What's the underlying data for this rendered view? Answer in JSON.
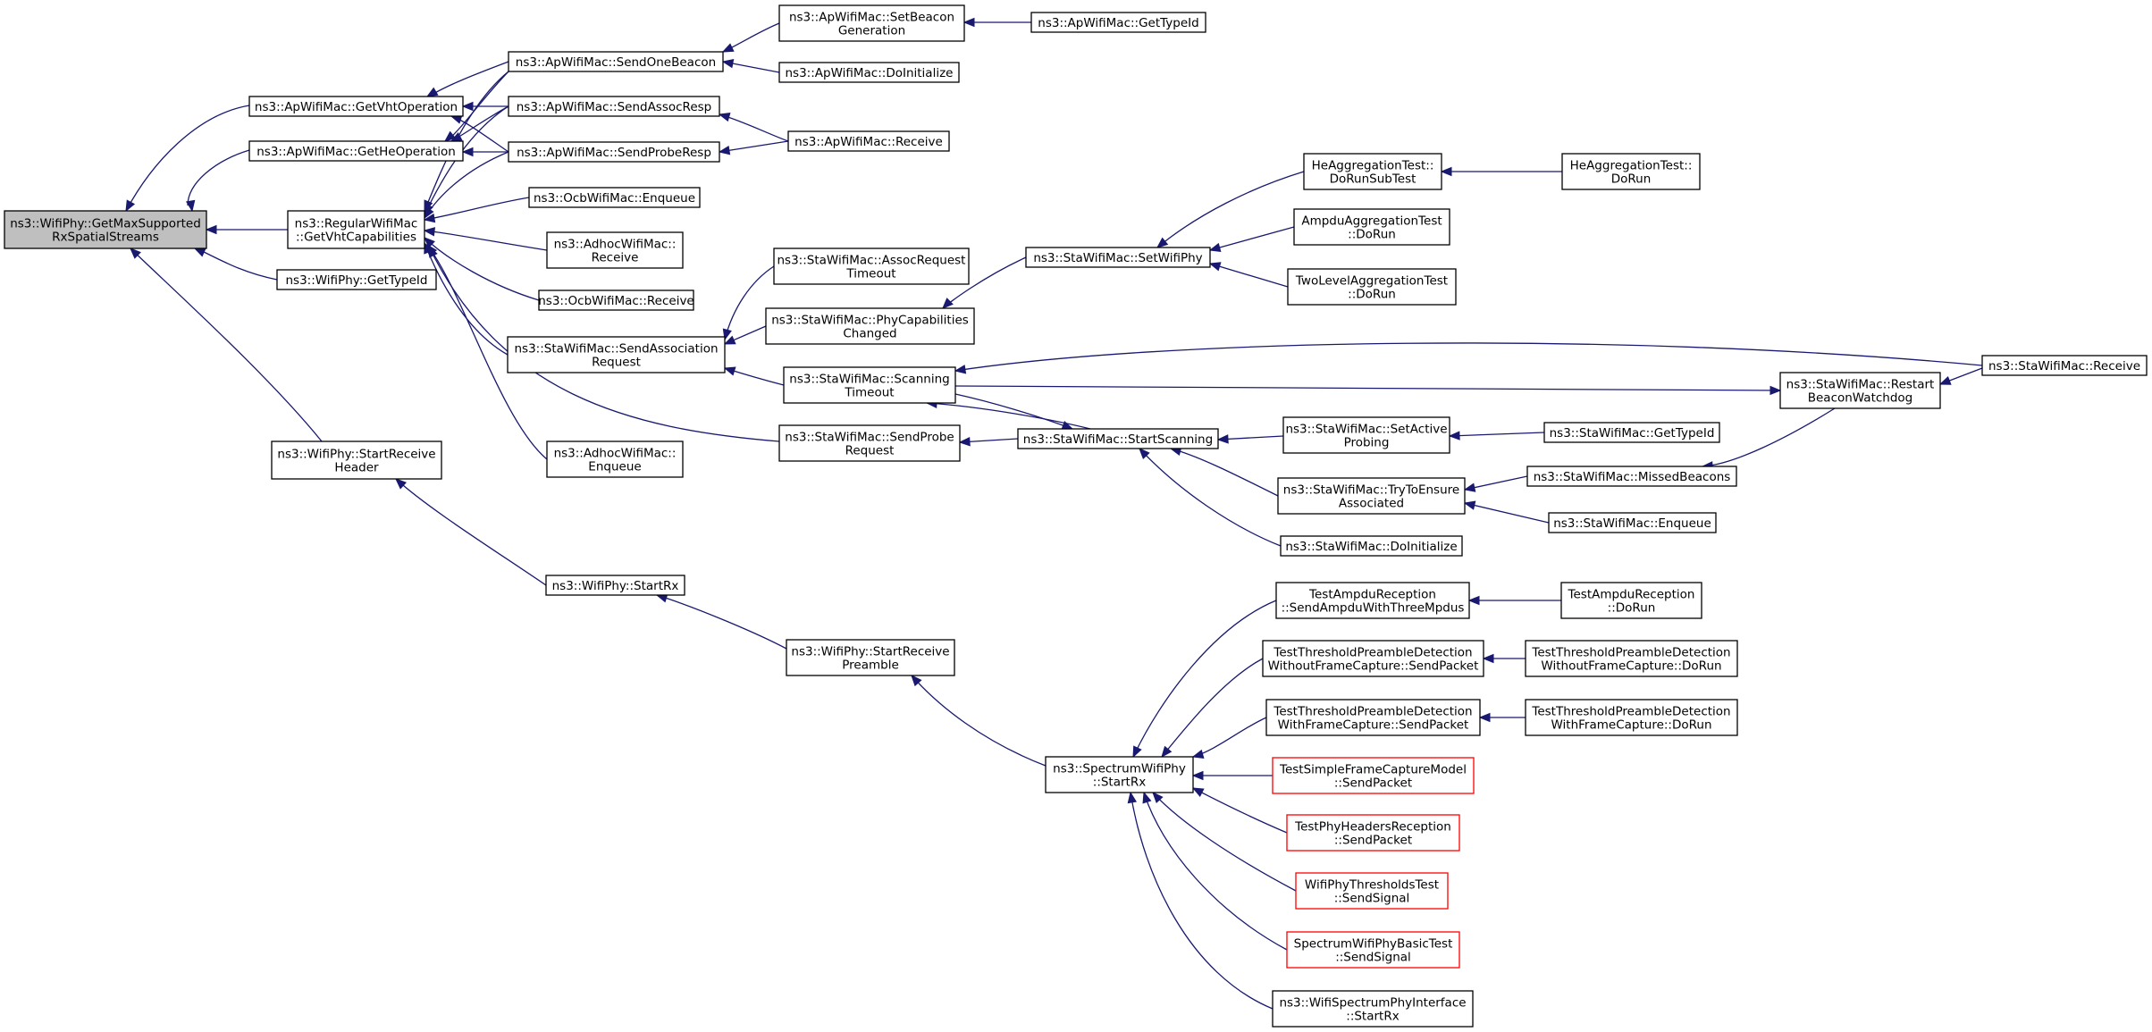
{
  "colors": {
    "edge": "#191970",
    "node_border": "#000000",
    "root_fill": "#bfbfbf",
    "unlinked_border": "#ff0000",
    "background": "#ffffff"
  },
  "nodes": {
    "root": {
      "lines": [
        "ns3::WifiPhy::GetMaxSupported",
        "RxSpatialStreams"
      ]
    },
    "ap_getvht": {
      "lines": [
        "ns3::ApWifiMac::GetVhtOperation"
      ]
    },
    "ap_gethe": {
      "lines": [
        "ns3::ApWifiMac::GetHeOperation"
      ]
    },
    "reg_getvht": {
      "lines": [
        "ns3::RegularWifiMac",
        "::GetVhtCapabilities"
      ]
    },
    "phy_gettypeid": {
      "lines": [
        "ns3::WifiPhy::GetTypeId"
      ]
    },
    "phy_startrecvheader": {
      "lines": [
        "ns3::WifiPhy::StartReceive",
        "Header"
      ]
    },
    "ap_sendonebeacon": {
      "lines": [
        "ns3::ApWifiMac::SendOneBeacon"
      ]
    },
    "ap_sendassocresp": {
      "lines": [
        "ns3::ApWifiMac::SendAssocResp"
      ]
    },
    "ap_sendproberesp": {
      "lines": [
        "ns3::ApWifiMac::SendProbeResp"
      ]
    },
    "ocb_enqueue": {
      "lines": [
        "ns3::OcbWifiMac::Enqueue"
      ]
    },
    "adhoc_receive": {
      "lines": [
        "ns3::AdhocWifiMac::",
        "Receive"
      ]
    },
    "ocb_receive": {
      "lines": [
        "ns3::OcbWifiMac::Receive"
      ]
    },
    "sta_sendassoc": {
      "lines": [
        "ns3::StaWifiMac::SendAssociation",
        "Request"
      ]
    },
    "adhoc_enqueue": {
      "lines": [
        "ns3::AdhocWifiMac::",
        "Enqueue"
      ]
    },
    "ap_setbeacongen": {
      "lines": [
        "ns3::ApWifiMac::SetBeacon",
        "Generation"
      ]
    },
    "ap_doinit": {
      "lines": [
        "ns3::ApWifiMac::DoInitialize"
      ]
    },
    "ap_receive": {
      "lines": [
        "ns3::ApWifiMac::Receive"
      ]
    },
    "ap_gettypeid": {
      "lines": [
        "ns3::ApWifiMac::GetTypeId"
      ]
    },
    "sta_assoctimeout": {
      "lines": [
        "ns3::StaWifiMac::AssocRequest",
        "Timeout"
      ]
    },
    "sta_phycapchanged": {
      "lines": [
        "ns3::StaWifiMac::PhyCapabilities",
        "Changed"
      ]
    },
    "sta_scantimeout": {
      "lines": [
        "ns3::StaWifiMac::Scanning",
        "Timeout"
      ]
    },
    "sta_sendprobe": {
      "lines": [
        "ns3::StaWifiMac::SendProbe",
        "Request"
      ]
    },
    "sta_setwifiphy": {
      "lines": [
        "ns3::StaWifiMac::SetWifiPhy"
      ]
    },
    "sta_startscanning": {
      "lines": [
        "ns3::StaWifiMac::StartScanning"
      ]
    },
    "he_aggsub": {
      "lines": [
        "HeAggregationTest::",
        "DoRunSubTest"
      ]
    },
    "ampdu_agg": {
      "lines": [
        "AmpduAggregationTest",
        "::DoRun"
      ]
    },
    "twolevel_agg": {
      "lines": [
        "TwoLevelAggregationTest",
        "::DoRun"
      ]
    },
    "he_agg_dorun": {
      "lines": [
        "HeAggregationTest::",
        "DoRun"
      ]
    },
    "sta_setactive": {
      "lines": [
        "ns3::StaWifiMac::SetActive",
        "Probing"
      ]
    },
    "sta_trytoensure": {
      "lines": [
        "ns3::StaWifiMac::TryToEnsure",
        "Associated"
      ]
    },
    "sta_doinit": {
      "lines": [
        "ns3::StaWifiMac::DoInitialize"
      ]
    },
    "sta_restartbeacon": {
      "lines": [
        "ns3::StaWifiMac::Restart",
        "BeaconWatchdog"
      ]
    },
    "sta_receive": {
      "lines": [
        "ns3::StaWifiMac::Receive"
      ]
    },
    "sta_gettypeid": {
      "lines": [
        "ns3::StaWifiMac::GetTypeId"
      ]
    },
    "sta_missedbeacons": {
      "lines": [
        "ns3::StaWifiMac::MissedBeacons"
      ]
    },
    "sta_enqueue": {
      "lines": [
        "ns3::StaWifiMac::Enqueue"
      ]
    },
    "phy_startrx": {
      "lines": [
        "ns3::WifiPhy::StartRx"
      ]
    },
    "phy_startrecvpreamble": {
      "lines": [
        "ns3::WifiPhy::StartReceive",
        "Preamble"
      ]
    },
    "spectrum_startrx": {
      "lines": [
        "ns3::SpectrumWifiPhy",
        "::StartRx"
      ]
    },
    "testampdu_send": {
      "lines": [
        "TestAmpduReception",
        "::SendAmpduWithThreeMpdus"
      ]
    },
    "testampdu_dorun": {
      "lines": [
        "TestAmpduReception",
        "::DoRun"
      ]
    },
    "tpd_without_send": {
      "lines": [
        "TestThresholdPreambleDetection",
        "WithoutFrameCapture::SendPacket"
      ]
    },
    "tpd_without_dorun": {
      "lines": [
        "TestThresholdPreambleDetection",
        "WithoutFrameCapture::DoRun"
      ]
    },
    "tpd_with_send": {
      "lines": [
        "TestThresholdPreambleDetection",
        "WithFrameCapture::SendPacket"
      ]
    },
    "tpd_with_dorun": {
      "lines": [
        "TestThresholdPreambleDetection",
        "WithFrameCapture::DoRun"
      ]
    },
    "simpleframe_send": {
      "lines": [
        "TestSimpleFrameCaptureModel",
        "::SendPacket"
      ]
    },
    "phyheaders_send": {
      "lines": [
        "TestPhyHeadersReception",
        "::SendPacket"
      ]
    },
    "thresholds_signal": {
      "lines": [
        "WifiPhyThresholdsTest",
        "::SendSignal"
      ]
    },
    "basictest_signal": {
      "lines": [
        "SpectrumWifiPhyBasicTest",
        "::SendSignal"
      ]
    },
    "spectrum_iface_startrx": {
      "lines": [
        "ns3::WifiSpectrumPhyInterface",
        "::StartRx"
      ]
    }
  }
}
